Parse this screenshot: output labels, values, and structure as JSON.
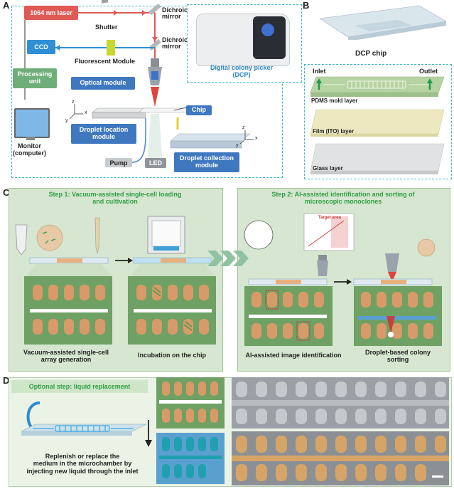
{
  "panel_labels": {
    "a": "A",
    "b": "B",
    "c": "C",
    "d": "D"
  },
  "panel_a": {
    "laser": "1064 nm laser",
    "shutter": "Shutter",
    "dichroic1": "Dichroic\nmirror",
    "dichroic2": "Dichroic\nmirror",
    "ccd": "CCD",
    "fluorescent": "Fluorescent Module",
    "processing": "Processing\nunit",
    "optical": "Optical module",
    "monitor": "Monitor\n(computer)",
    "chip": "Chip",
    "droplet_location": "Droplet location\nmodule",
    "pump": "Pump",
    "led": "LED",
    "droplet_collection": "Droplet collection\nmodule",
    "axis_z": "z",
    "axis_x": "x",
    "axis_y": "y",
    "dcp_caption": "Digital colony picker\n(DCP)"
  },
  "panel_b": {
    "dcp_chip": "DCP chip",
    "inlet": "Inlet",
    "outlet": "Outlet",
    "pdms": "PDMS mold layer",
    "film": "Film (ITO) layer",
    "glass": "Glass layer"
  },
  "panel_c": {
    "step1": "Step 1: Vacuum-assisted single-cell loading\nand cultivation",
    "step2": "Step 2: AI-assisted identification and sorting of\nmicroscopic monoclones",
    "cap1": "Vacuum-assisted single-cell\narray generation",
    "cap2": "Incubation on the chip",
    "cap3": "AI-assisted image identification",
    "cap4": "Droplet-based colony\nsorting",
    "target_area": "Target area"
  },
  "panel_d": {
    "optional": "Optional step: liquid replacement",
    "description": "Replenish or replace the\nmedium in the microchamber by\ninjecting new liquid through the inlet"
  },
  "colors": {
    "module_blue": "#3f78bf",
    "laser_red": "#e05a55",
    "ccd_blue": "#2f8fd4",
    "green_unit": "#6fae78",
    "dashed_cyan": "#3fb8c9",
    "panel_green": "#d6e6d0",
    "chamber_orange": "#d89a68",
    "step_green": "#2e9f45"
  }
}
